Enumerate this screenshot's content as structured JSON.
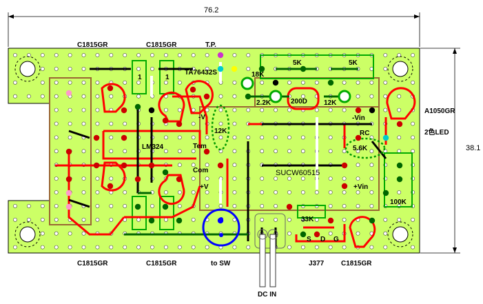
{
  "dimensions": {
    "width_mm": "76.2",
    "height_mm": "38.1"
  },
  "transistors_top": {
    "left": "C1815GR",
    "right": "C1815GR"
  },
  "transistors_bottom": {
    "left": "C1815GR",
    "middle": "C1815GR",
    "right": "C1815GR"
  },
  "test_point": "T.P.",
  "regulator": "TA76432S",
  "opamp": "LM324",
  "module": "SUCW60515",
  "fet": "J377",
  "switch_label": "to SW",
  "dc_in": "DC IN",
  "led": {
    "part": "A1050GR",
    "desc": "2色LED"
  },
  "resistors": {
    "r_18k": "18K",
    "r_5k_a": "5K",
    "r_5k_b": "5K",
    "r_2_2k": "2.2K",
    "r_200d": "200D",
    "r_12k_top": "12K",
    "r_12k_mid": "12K",
    "r_5_6k": "5.6K",
    "r_33k": "33K",
    "r_100k": "100K",
    "r_1_left": "1",
    "r_1_right": "1"
  },
  "pins": {
    "minus_v": "-V",
    "term": "Tem",
    "com": "Com",
    "plus_v": "+V",
    "minus_vin": "-Vin",
    "rc": "RC",
    "plus_vin": "+Vin",
    "s": "S",
    "d": "D",
    "g": "G"
  },
  "colors": {
    "board": "#ccff66",
    "hole": "#1a1a1a",
    "trace_red": "#ff0000",
    "trace_black": "#000000",
    "trace_green": "#006600",
    "module_outline": "#996633",
    "switch_blue": "#0000ff",
    "part_green": "#00aa00"
  }
}
